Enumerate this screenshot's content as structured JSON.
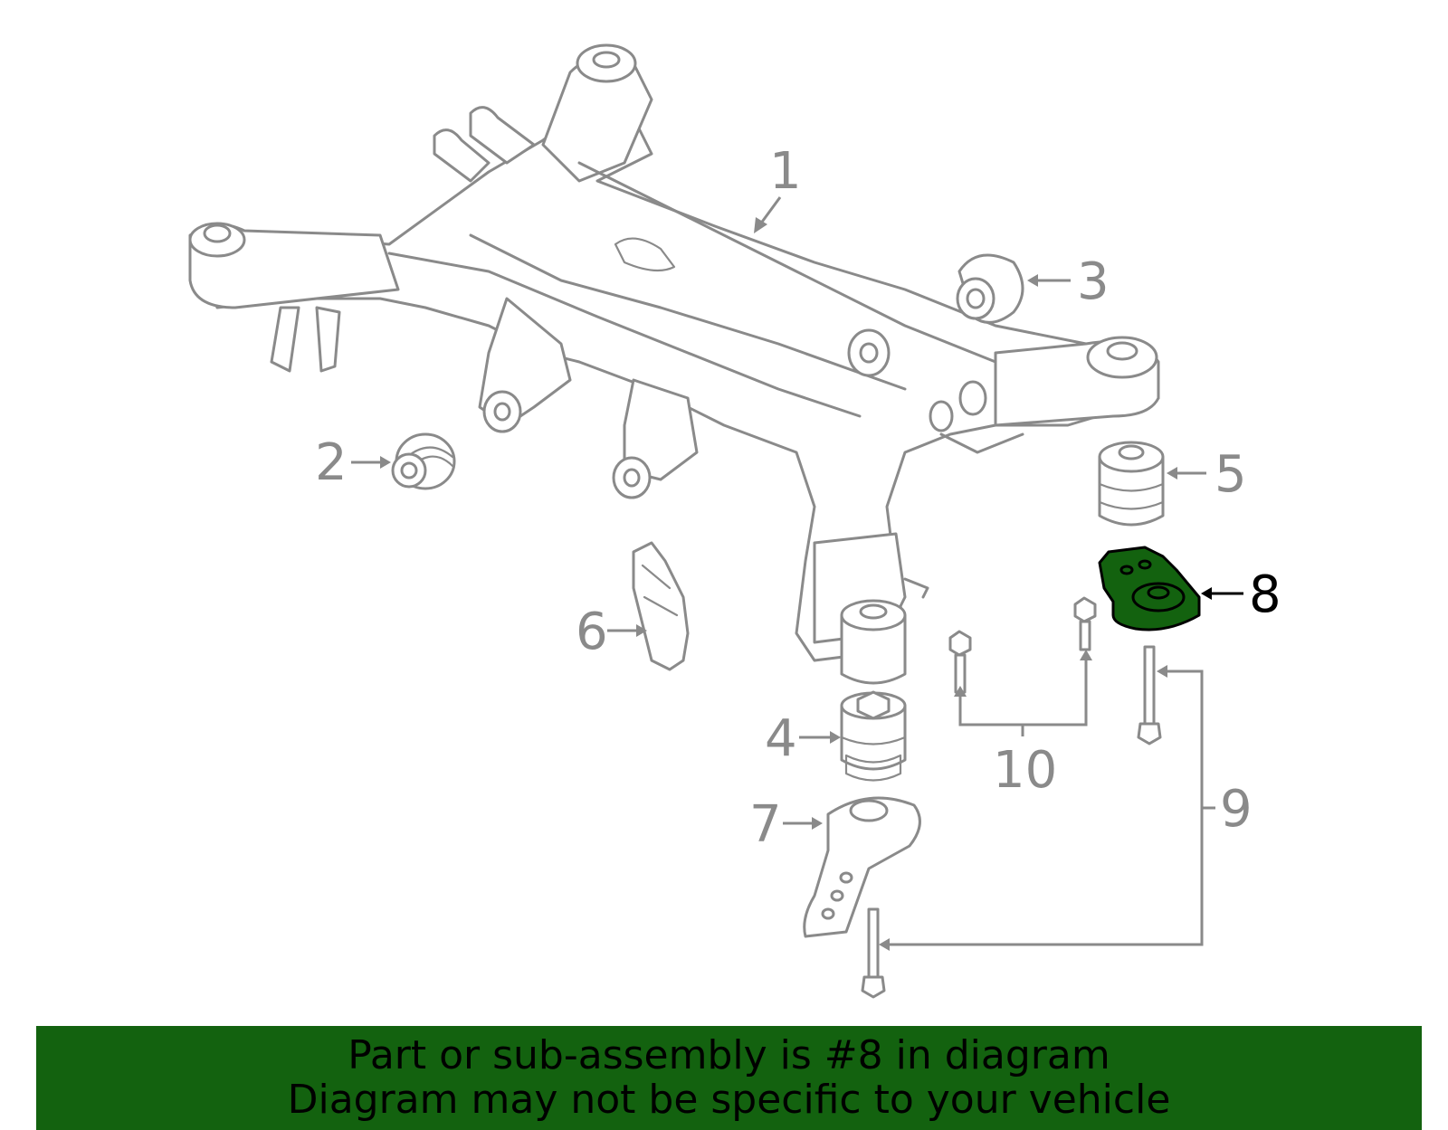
{
  "diagram": {
    "highlight_color": "#13620f",
    "line_color": "#8a8a8a",
    "callouts": [
      {
        "id": "1",
        "label": "1"
      },
      {
        "id": "2",
        "label": "2"
      },
      {
        "id": "3",
        "label": "3"
      },
      {
        "id": "4",
        "label": "4"
      },
      {
        "id": "5",
        "label": "5"
      },
      {
        "id": "6",
        "label": "6"
      },
      {
        "id": "7",
        "label": "7"
      },
      {
        "id": "8",
        "label": "8",
        "highlighted": true
      },
      {
        "id": "9",
        "label": "9"
      },
      {
        "id": "10",
        "label": "10"
      }
    ]
  },
  "banner": {
    "line1": "Part or sub-assembly is #8 in diagram",
    "line2": "Diagram may not be specific to your vehicle"
  }
}
